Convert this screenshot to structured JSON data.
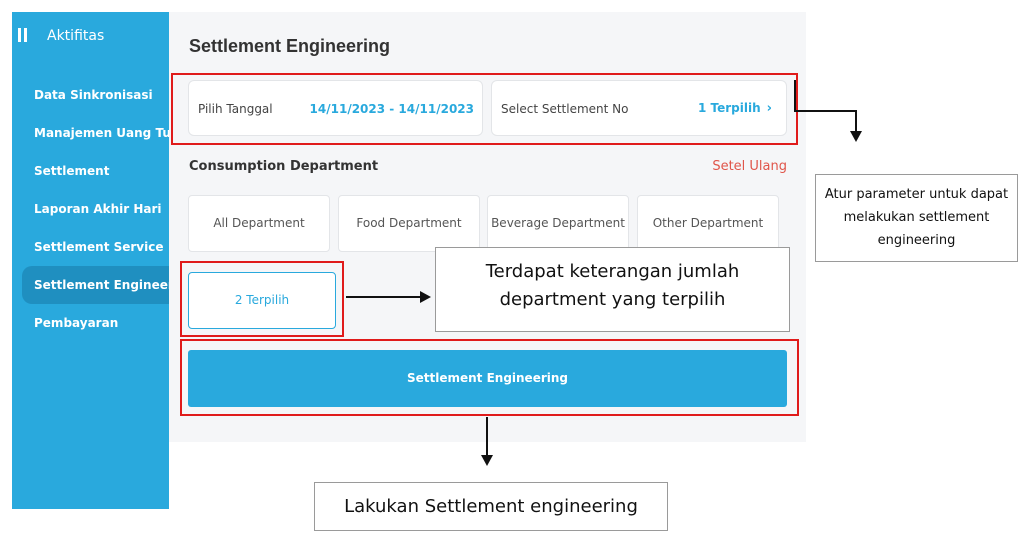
{
  "sidebar": {
    "title": "Aktifitas",
    "items": [
      {
        "label": "Data Sinkronisasi"
      },
      {
        "label": "Manajemen Uang Tunai"
      },
      {
        "label": "Settlement"
      },
      {
        "label": "Laporan Akhir Hari"
      },
      {
        "label": "Settlement Service"
      },
      {
        "label": "Settlement Engineering"
      },
      {
        "label": "Pembayaran"
      }
    ]
  },
  "main": {
    "title": "Settlement Engineering",
    "date_filter": {
      "label": "Pilih Tanggal",
      "value": "14/11/2023 - 14/11/2023"
    },
    "settlement_filter": {
      "label": "Select Settlement No",
      "value": "1 Terpilih"
    },
    "section_title": "Consumption Department",
    "reset_label": "Setel Ulang",
    "departments": [
      {
        "label": "All Department"
      },
      {
        "label": "Food Department"
      },
      {
        "label": "Beverage Department"
      },
      {
        "label": "Other Department"
      }
    ],
    "selected_count": "2 Terpilih",
    "action_button": "Settlement Engineering"
  },
  "annotations": {
    "params_note": "Atur parameter untuk dapat melakukan settlement engineering",
    "dept_note": "Terdapat keterangan jumlah department yang terpilih",
    "action_note": "Lakukan Settlement engineering"
  },
  "colors": {
    "accent": "#29a9dd",
    "reset": "#e0554a",
    "annotation": "#e01b1b"
  }
}
